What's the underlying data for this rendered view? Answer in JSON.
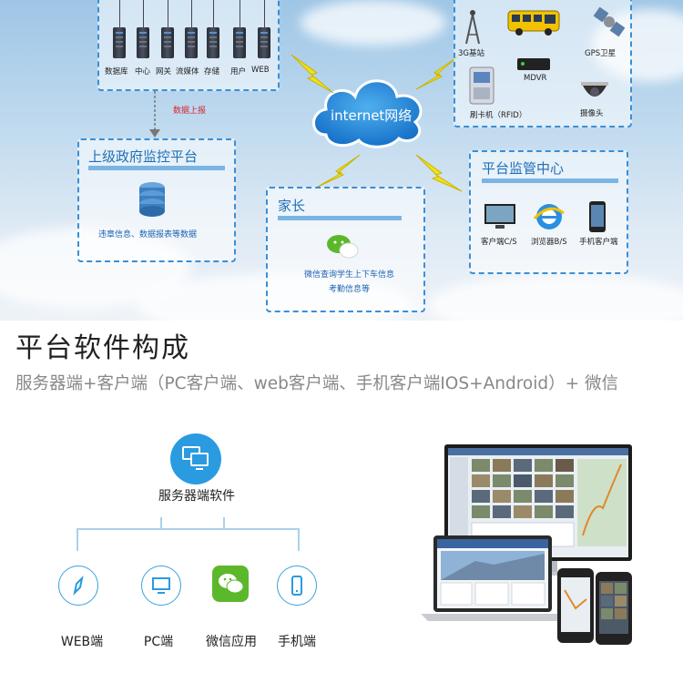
{
  "architecture": {
    "data_center": {
      "servers": [
        "数据库",
        "中心",
        "网关",
        "流媒体",
        "存储",
        "用户",
        "WEB"
      ]
    },
    "report_arrow_label": "数据上报",
    "gov_platform": {
      "title": "上级政府监控平台",
      "desc": "违章信息、数据报表等数据"
    },
    "internet_label": "internet网络",
    "vehicle": {
      "base_station": "3G基站",
      "gps": "GPS卫星",
      "mdvr": "MDVR",
      "card_reader": "刷卡机（RFID）",
      "camera": "摄像头"
    },
    "parents": {
      "title": "家长",
      "desc_line1": "微信查询学生上下车信息",
      "desc_line2": "考勤信息等"
    },
    "monitor_center": {
      "title": "平台监管中心",
      "items": [
        "客户端C/S",
        "浏览器B/S",
        "手机客户端"
      ]
    }
  },
  "section": {
    "title": "平台软件构成",
    "subtitle": "服务器端+客户端（PC客户端、web客户端、手机客户端IOS+Android）+ 微信"
  },
  "software_tree": {
    "root": "服务器端软件",
    "children": [
      "WEB端",
      "PC端",
      "微信应用",
      "手机端"
    ]
  },
  "colors": {
    "accent_blue": "#1f6fb6",
    "dashed_border": "#3a8fd6",
    "report_red": "#d8262a",
    "wechat_green": "#5cb82b",
    "icon_blue": "#2a9be0"
  }
}
